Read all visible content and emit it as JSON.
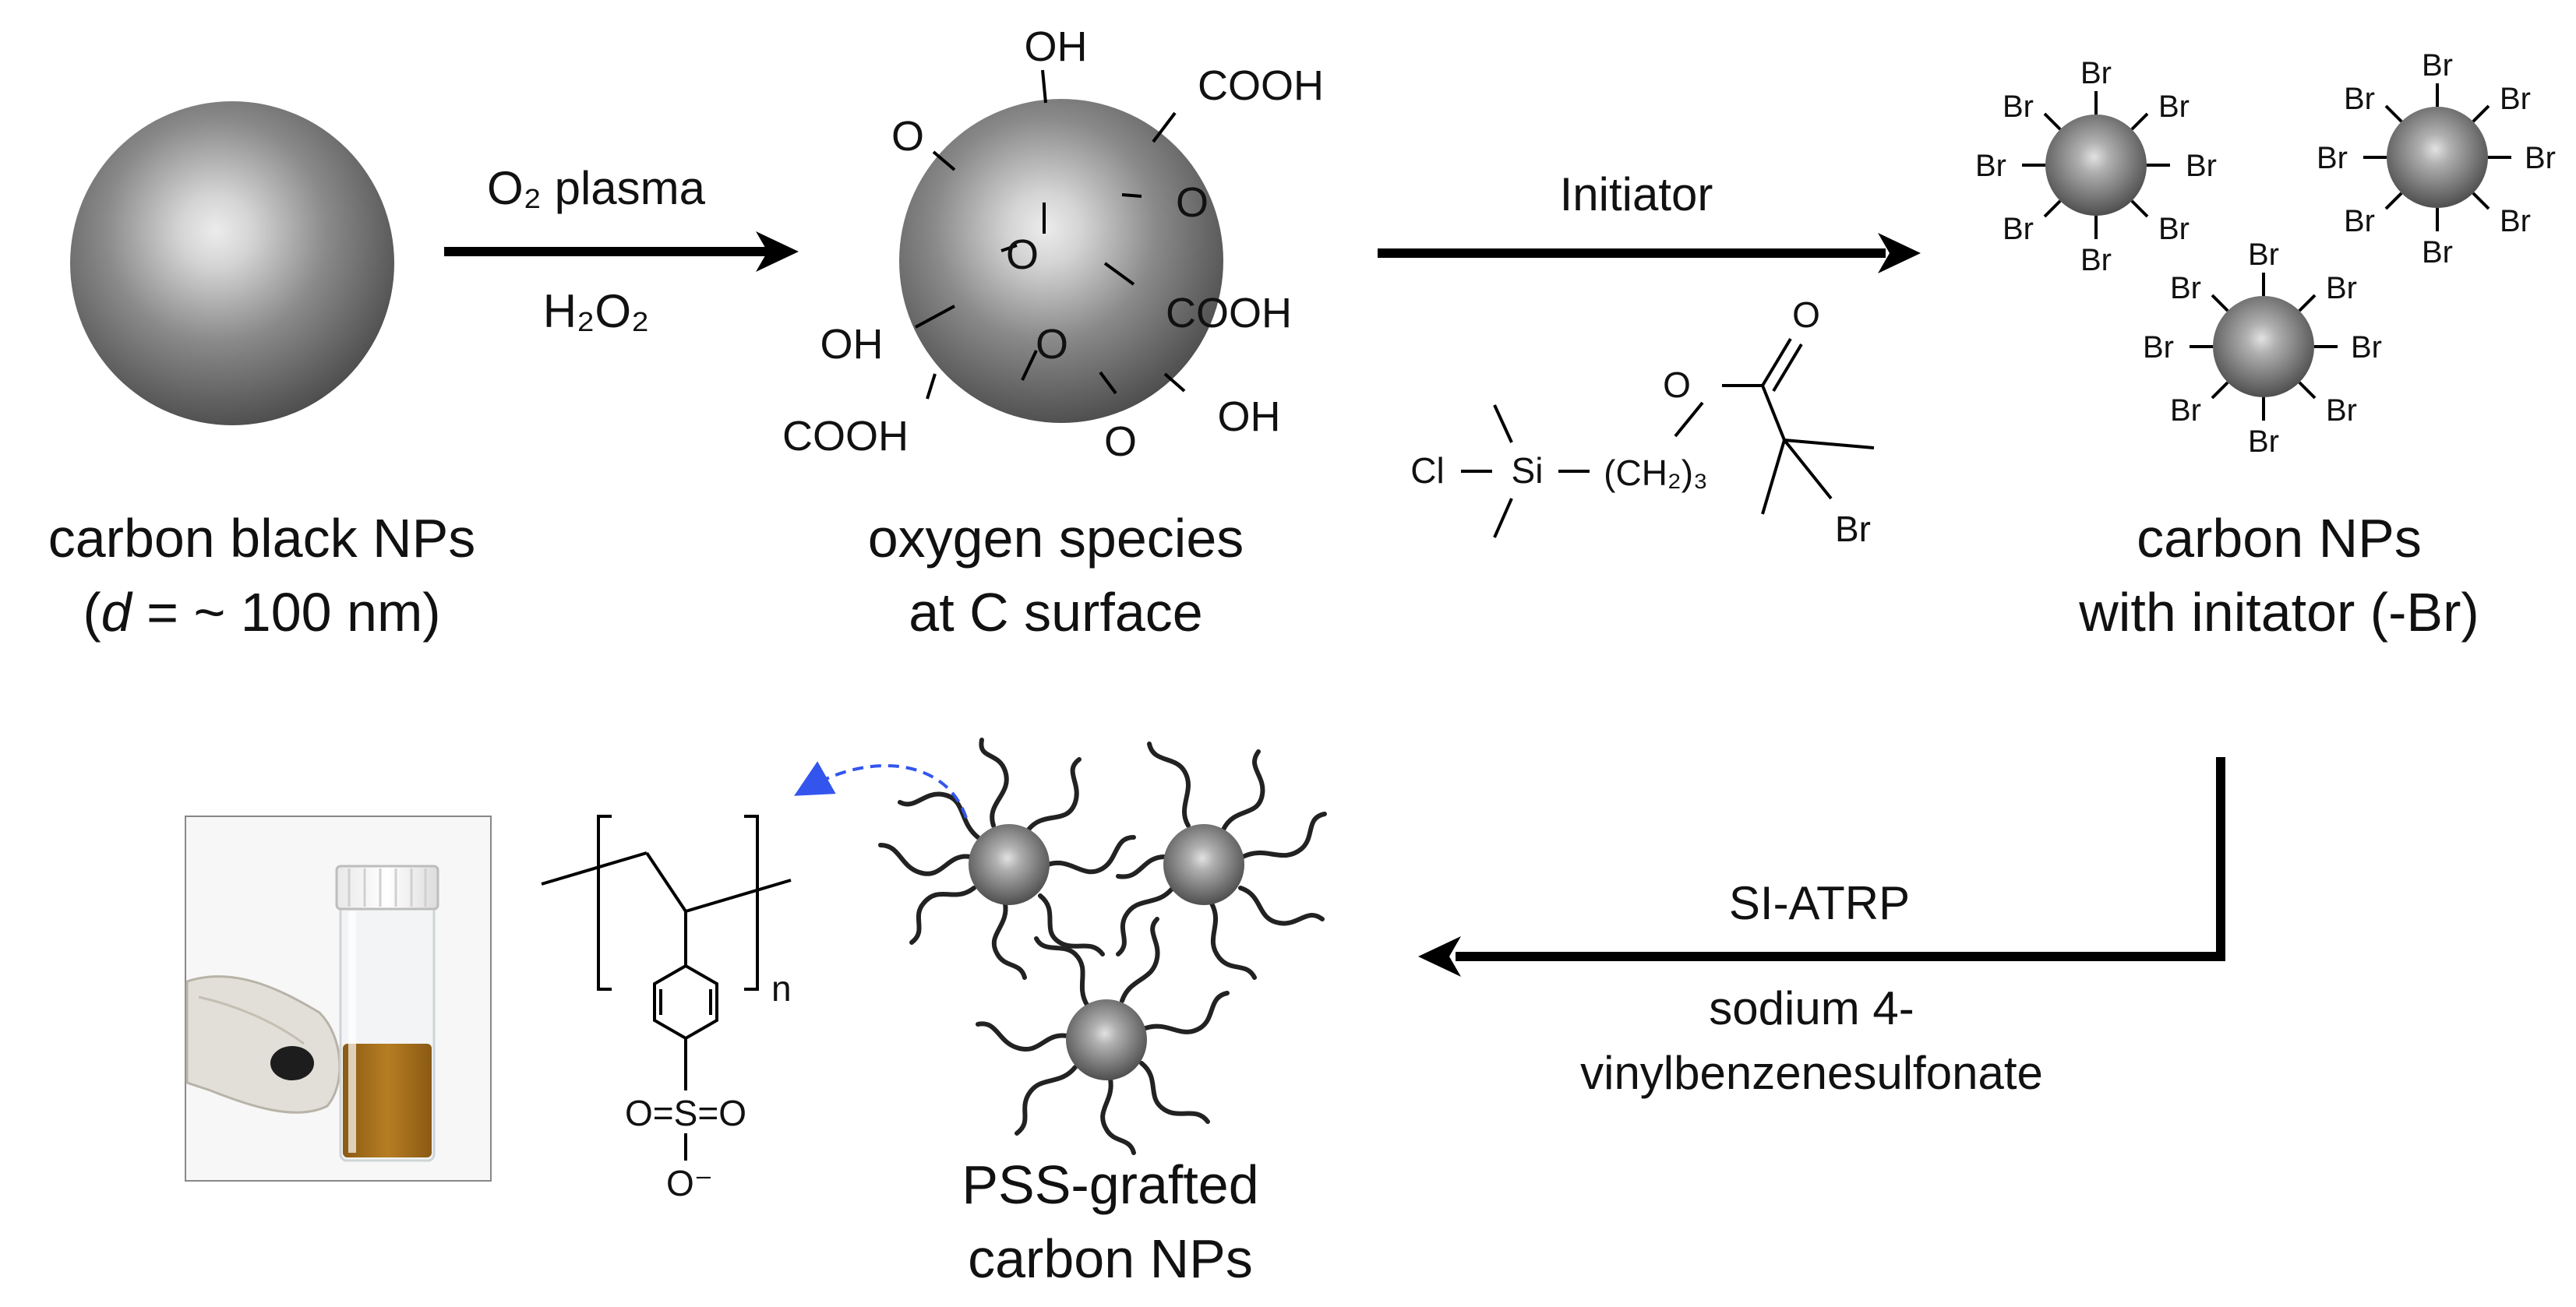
{
  "steps": {
    "step1": {
      "caption_line1": "carbon black NPs",
      "caption_line2_prefix": "(",
      "caption_line2_italic": "d",
      "caption_line2_rest": " = ~ 100 nm)"
    },
    "arrow1": {
      "top_label": "O₂ plasma",
      "bottom_label": "H₂O₂"
    },
    "step2": {
      "caption_line1": "oxygen species",
      "caption_line2": "at C surface",
      "groups": {
        "oh": "OH",
        "cooh": "COOH",
        "o": "O"
      }
    },
    "arrow2": {
      "label": "Initiator",
      "structure": {
        "cl": "Cl",
        "si": "Si",
        "chain": "(CH₂)₃",
        "o": "O",
        "br": "Br"
      }
    },
    "step3": {
      "caption_line1": "carbon NPs",
      "caption_line2": "with initator (-Br)",
      "br_label": "Br"
    },
    "arrow3": {
      "top_label": "SI-ATRP",
      "bottom_line1": "sodium 4-",
      "bottom_line2": "vinylbenzenesulfonate"
    },
    "step4": {
      "caption_line1": "PSS-grafted",
      "caption_line2": "carbon NPs"
    },
    "pss_structure": {
      "n": "n",
      "sulfonate": "O=S=O",
      "anion": "O⁻"
    }
  },
  "colors": {
    "particle_dark": "#4a4a4a",
    "particle_light": "#e8e8e8",
    "arrow": "#000000",
    "curved_arrow": "#3355ee",
    "vial_liquid": "#a9721c"
  }
}
